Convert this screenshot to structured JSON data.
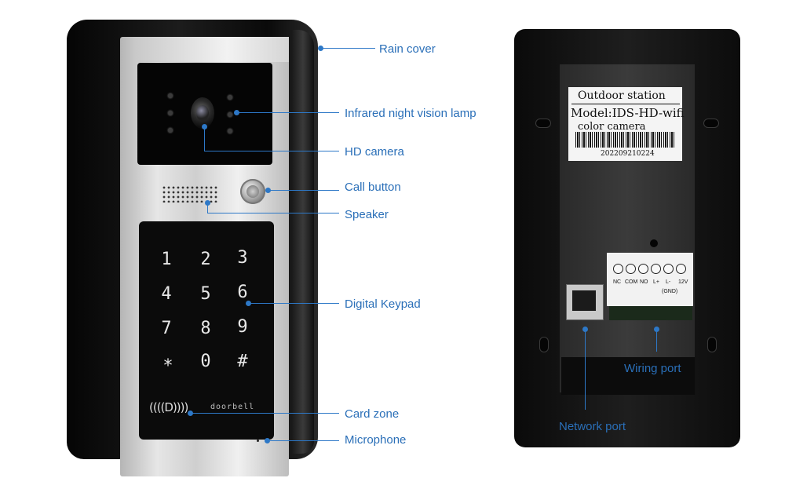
{
  "front_unit": {
    "keypad_keys": [
      "1",
      "2",
      "3",
      "4",
      "5",
      "6",
      "7",
      "8",
      "9",
      "*",
      "0",
      "#"
    ],
    "card_symbol": "((((D))))",
    "brand_text": "doorbell"
  },
  "callouts": {
    "rain_cover": "Rain cover",
    "infrared_lamp": "Infrared night vision lamp",
    "hd_camera": "HD camera",
    "call_button": "Call button",
    "speaker": "Speaker",
    "digital_keypad": "Digital Keypad",
    "card_zone": "Card zone",
    "microphone": "Microphone",
    "wiring_port": "Wiring port",
    "network_port": "Network port"
  },
  "back_unit": {
    "sticker": {
      "line1": "Outdoor station",
      "line2": "Model:IDS-HD-wifi",
      "line3": "color camera",
      "serial": "202209210224"
    },
    "terminal_labels": [
      "NC",
      "COM",
      "NO",
      "L+",
      "L-",
      "12V"
    ],
    "terminal_gnd": "(GND)"
  },
  "colors": {
    "callout_blue": "#2d78c7",
    "label_blue": "#2a6fb8"
  }
}
